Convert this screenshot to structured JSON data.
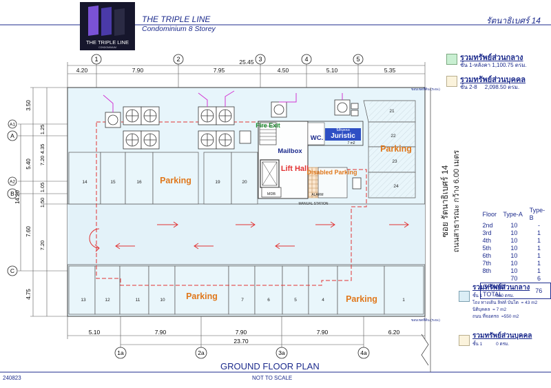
{
  "header": {
    "logo_text": "THE TRIPLE LINE",
    "logo_subtext": "CONDOMINIUM",
    "project_title": "THE TRIPLE LINE",
    "project_subtitle": "Condominium 8 Storey",
    "location": "รัตนาธิเบศร์ 14"
  },
  "grid": {
    "top_axes": [
      "1",
      "2",
      "3",
      "4",
      "5"
    ],
    "top_dims": [
      "4.20",
      "7.90",
      "7.95",
      "4.50",
      "5.10",
      "5.35"
    ],
    "top_total": "25.45",
    "bottom_axes": [
      "1a",
      "2a",
      "3a",
      "4a"
    ],
    "bottom_dims": [
      "5.10",
      "7.90",
      "7.90",
      "7.90",
      "6.20"
    ],
    "bottom_total": "23.70",
    "left_axes": [
      "A1",
      "A",
      "A2",
      "B",
      "C"
    ],
    "left_dims_outer": [
      "3.50",
      "5.40",
      "7.60",
      "4.75"
    ],
    "left_dims_inner": [
      "1.25",
      "4.35",
      "7.20",
      "1.05",
      "1.50",
      "7.20"
    ],
    "left_total": "14.20"
  },
  "rooms": {
    "fire_exit": "Fire Exit",
    "mailbox": "Mailbox",
    "wc": "WC.",
    "juristic": "Juristic",
    "juristic_sub": "นิติบุคคล",
    "juristic_area": "7 m2",
    "lift_hall": "Lift Hall",
    "disabled_parking": "Disabled Parking",
    "mdb": "MDB",
    "alarm": "ALARM",
    "manual_station": "MANUAL STATION",
    "parking": "Parking"
  },
  "parking_slots": {
    "top_row": [
      "14",
      "15",
      "16",
      "19",
      "20"
    ],
    "bottom_row": [
      "13",
      "12",
      "11",
      "10",
      "7",
      "6",
      "5",
      "4",
      "1"
    ],
    "right_side": [
      "21",
      "22",
      "23",
      "24"
    ]
  },
  "boundary_notes": {
    "top_right": "ขอบเขตที่ดิน (ระยะ)",
    "bottom_right": "ขอบเขตที่ดิน (ระยะ)"
  },
  "road": {
    "name": "ซอย รัตนาธิเบศร์ 14",
    "width_label": "ถนนสาธารณะ กว้าง 6.00 เมตร"
  },
  "legend_top": [
    {
      "title": "รวมทรัพย์ส่วนกลาง",
      "detail": "ชั้น 1-หลังคา 1,100.75 ตรม.",
      "color": "#c9efd2"
    },
    {
      "title": "รวมทรัพย์ส่วนบุคคล",
      "detail": "ชั้น 2-8     2,098.50 ตรม.",
      "color": "#fbf3dc"
    }
  ],
  "unit_table": {
    "headers": [
      "Floor",
      "Type-A",
      "Type-B"
    ],
    "rows": [
      [
        "2nd",
        "10",
        "-"
      ],
      [
        "3rd",
        "10",
        "1"
      ],
      [
        "4th",
        "10",
        "1"
      ],
      [
        "5th",
        "10",
        "1"
      ],
      [
        "6th",
        "10",
        "1"
      ],
      [
        "7th",
        "10",
        "1"
      ],
      [
        "8th",
        "10",
        "1"
      ],
      [
        "",
        "70",
        "6"
      ]
    ],
    "total_label": "GRAND TOTAL",
    "total_value": "76"
  },
  "legend_bottom": [
    {
      "title": "รวมทรัพย์ส่วนกลาง",
      "lines": [
        "ชั้น 1           600 ตรม.",
        "โถง ทางเดิน ลิฟท์ บันได  = 43 m2",
        "นิติบุคคล  = 7 m2",
        "ถนน ที่จอดรถ  =550 m2"
      ],
      "color": "#dbeef6"
    },
    {
      "title": "รวมทรัพย์ส่วนบุคคล",
      "lines": [
        "ชั้น 1           0 ตรม."
      ],
      "color": "#fbf3dc"
    }
  ],
  "footer": {
    "plan_title": "GROUND FLOOR PLAN",
    "scale_note": "NOT TO SCALE",
    "drawing_code": "240823"
  }
}
